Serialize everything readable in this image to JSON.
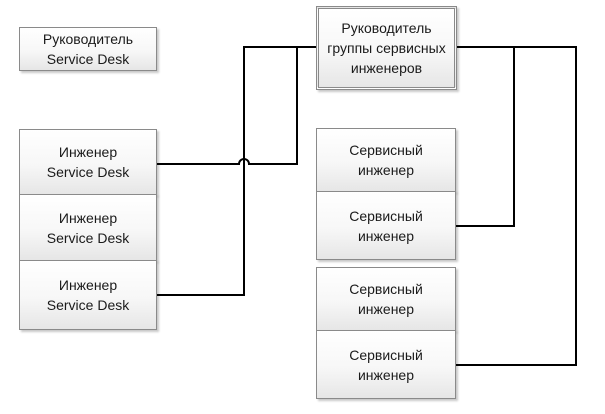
{
  "nodes": {
    "head_service_desk": "Руководитель\nService Desk",
    "head_service_engineers": "Руководитель\nгруппы сервисных\nинженеров",
    "engineer_sd_1": "Инженер\nService Desk",
    "engineer_sd_2": "Инженер\nService Desk",
    "engineer_sd_3": "Инженер\nService Desk",
    "service_engineer_1": "Сервисный\nинженер",
    "service_engineer_2": "Сервисный\nинженер",
    "service_engineer_3": "Сервисный\nинженер",
    "service_engineer_4": "Сервисный\nинженер"
  },
  "connections": [
    {
      "from": "engineer_sd_1",
      "to": "head_service_engineers"
    },
    {
      "from": "engineer_sd_3",
      "to": "head_service_engineers"
    },
    {
      "from": "service_engineer_2",
      "to": "head_service_engineers"
    },
    {
      "from": "service_engineer_4",
      "to": "head_service_engineers"
    }
  ]
}
